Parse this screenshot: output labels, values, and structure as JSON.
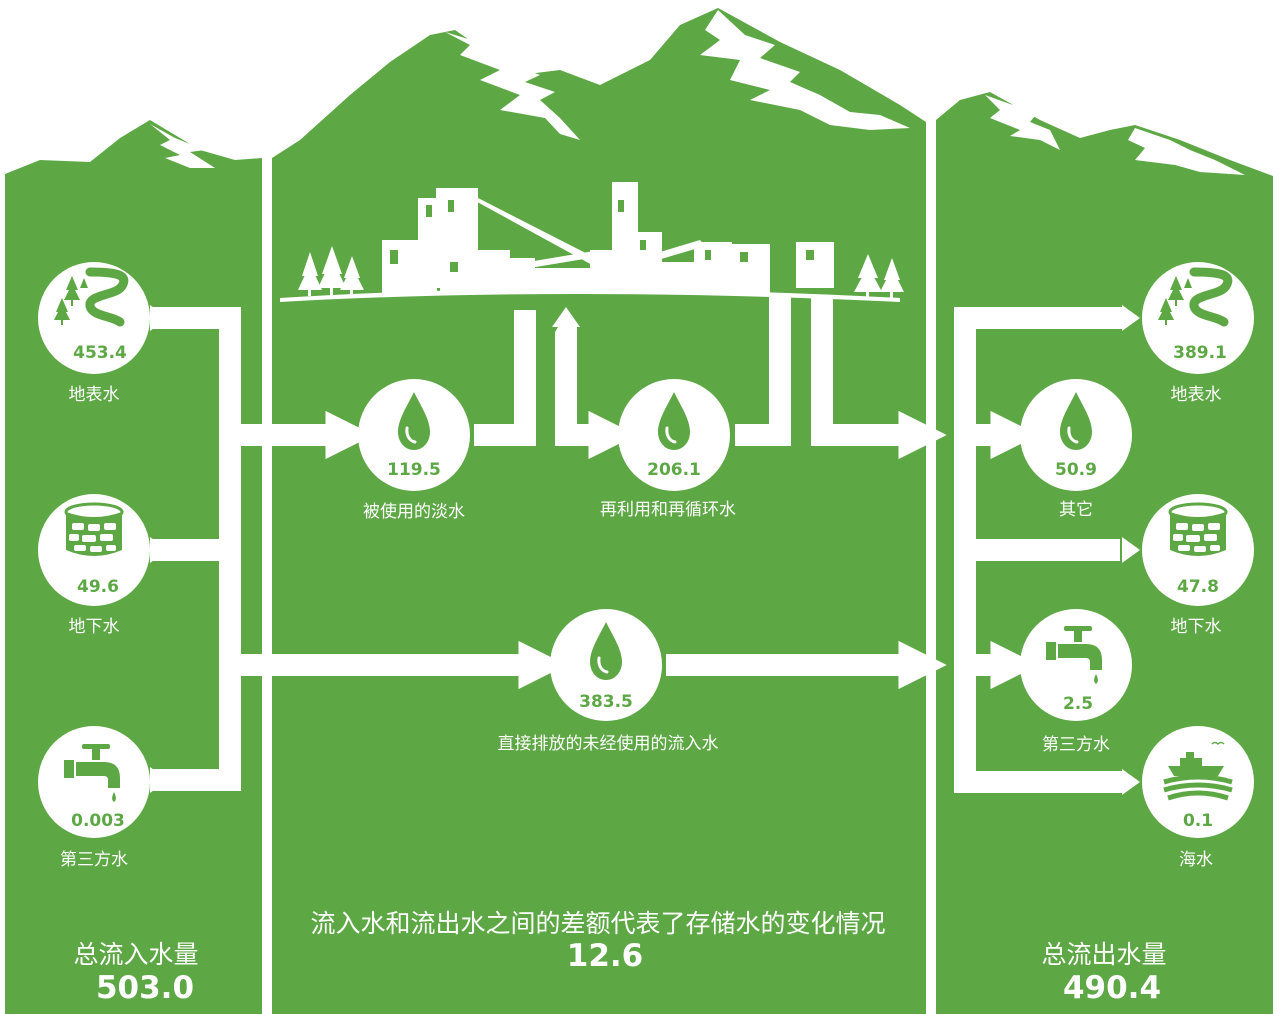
{
  "colors": {
    "green": "#5da845",
    "white": "#ffffff"
  },
  "inflow": {
    "surface_water": {
      "value": "453.4",
      "label": "地表水",
      "icon": "river-icon"
    },
    "groundwater": {
      "value": "49.6",
      "label": "地下水",
      "icon": "well-icon"
    },
    "third_party": {
      "value": "0.003",
      "label": "第三方水",
      "icon": "faucet-icon"
    },
    "total_label": "总流入水量",
    "total_value": "503.0"
  },
  "process": {
    "freshwater_used": {
      "value": "119.5",
      "label": "被使用的淡水",
      "icon": "water-drop-icon"
    },
    "reused_recycled": {
      "value": "206.1",
      "label": "再利用和再循环水",
      "icon": "water-drop-icon"
    },
    "direct_discharge": {
      "value": "383.5",
      "label": "直接排放的未经使用的流入水",
      "icon": "water-drop-icon"
    },
    "storage_caption": "流入水和流出水之间的差额代表了存储水的变化情况",
    "storage_value": "12.6"
  },
  "outflow": {
    "surface_water": {
      "value": "389.1",
      "label": "地表水",
      "icon": "river-icon"
    },
    "other": {
      "value": "50.9",
      "label": "其它",
      "icon": "water-drop-icon"
    },
    "groundwater": {
      "value": "47.8",
      "label": "地下水",
      "icon": "well-icon"
    },
    "third_party": {
      "value": "2.5",
      "label": "第三方水",
      "icon": "faucet-icon"
    },
    "seawater": {
      "value": "0.1",
      "label": "海水",
      "icon": "ship-icon"
    },
    "total_label": "总流出水量",
    "total_value": "490.4"
  }
}
